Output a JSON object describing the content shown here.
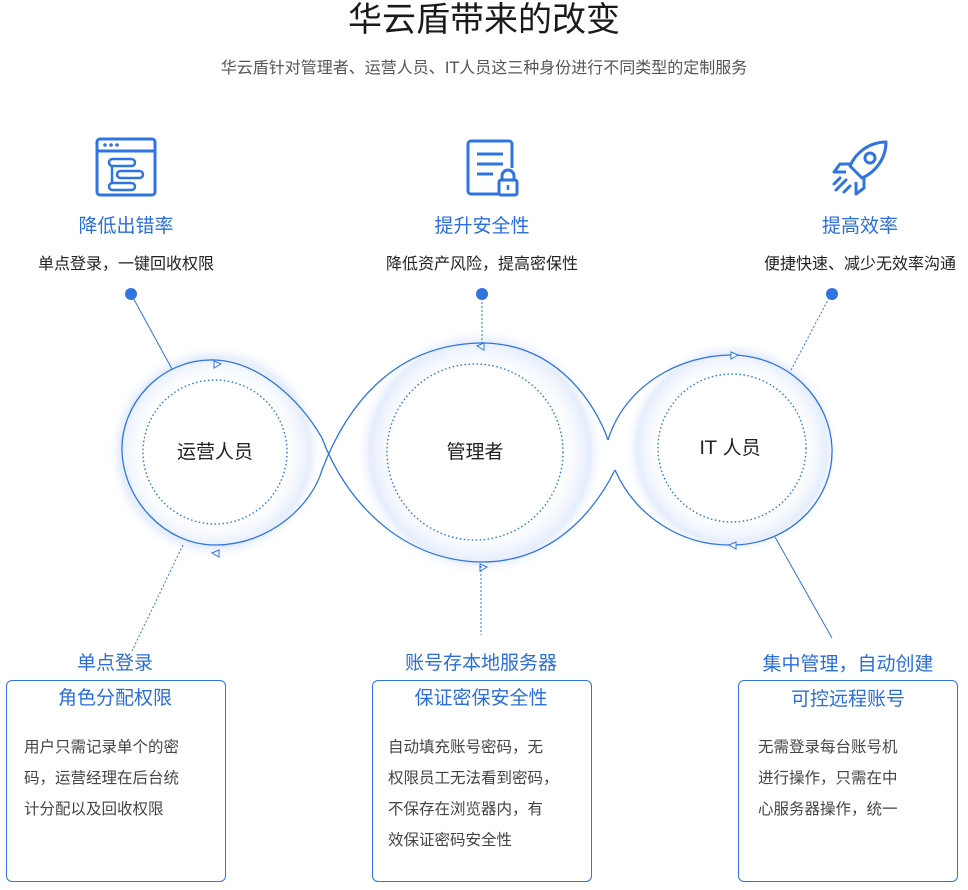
{
  "header": {
    "title": "华云盾带来的改变",
    "subtitle": "华云盾针对管理者、运营人员、IT人员这三种身份进行不同类型的定制服务"
  },
  "features": [
    {
      "icon": "browser-flow-icon",
      "title": "降低出错率",
      "desc": "单点登录，一键回收权限"
    },
    {
      "icon": "document-lock-icon",
      "title": "提升安全性",
      "desc": "降低资产风险，提高密保性"
    },
    {
      "icon": "rocket-icon",
      "title": "提高效率",
      "desc": "便捷快速、减少无效率沟通"
    }
  ],
  "roles": [
    "运营人员",
    "管理者",
    "IT 人员"
  ],
  "cards": [
    {
      "title_line1": "单点登录",
      "title_line2": "角色分配权限",
      "text": [
        "用户只需记录单个的密",
        "码，运营经理在后台统",
        "计分配以及回收权限"
      ]
    },
    {
      "title_line1": "账号存本地服务器",
      "title_line2": "保证密保安全性",
      "text": [
        "自动填充账号密码，无",
        "权限员工无法看到密码，",
        "不保存在浏览器内，有",
        "效保证密码安全性"
      ]
    },
    {
      "title_line1": "集中管理，自动创建",
      "title_line2": "可控远程账号",
      "text": [
        "无需登录每台账号机",
        "进行操作，只需在中",
        "心服务器操作，统一"
      ]
    }
  ],
  "colors": {
    "accent": "#2f74e0",
    "title_blue": "#2a6edb"
  }
}
